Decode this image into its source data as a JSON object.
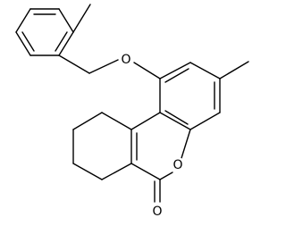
{
  "diagram_type": "skeletal structural formula",
  "line_color": "#000000",
  "background_color": "#ffffff",
  "atoms": [
    {
      "id": "o_ether",
      "symbol": "O"
    },
    {
      "id": "o_ring",
      "symbol": "O"
    },
    {
      "id": "o_carbonyl",
      "symbol": "O"
    }
  ]
}
